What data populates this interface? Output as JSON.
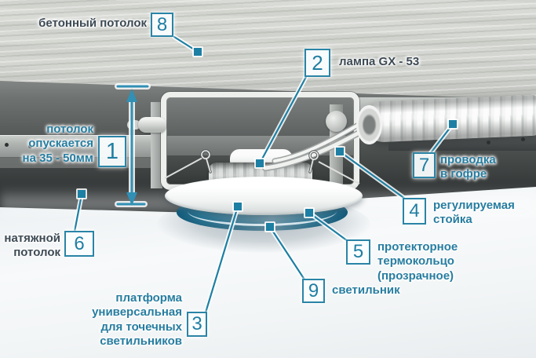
{
  "colors": {
    "accent_teal": "#1f7ea2",
    "label_dark": "#3d4a54",
    "label_teal": "#277da0",
    "fixture_ring_teal": "#1f7496"
  },
  "annotations": {
    "a1": {
      "number": "1",
      "label": "потолок\nопускается\nна 35 - 50мм"
    },
    "a2": {
      "number": "2",
      "label": "лампа GX - 53"
    },
    "a3": {
      "number": "3",
      "label": "платформа\nуниверсальная\nдля точечных\nсветильников"
    },
    "a4": {
      "number": "4",
      "label": "регулируемая\nстойка"
    },
    "a5": {
      "number": "5",
      "label": "протекторное термокольцо\n(прозрачное)"
    },
    "a6": {
      "number": "6",
      "label": "натяжной\nпотолок"
    },
    "a7": {
      "number": "7",
      "label": "проводка\nв гофре"
    },
    "a8": {
      "number": "8",
      "label": "бетонный потолок"
    },
    "a9": {
      "number": "9",
      "label": "светильник"
    }
  }
}
